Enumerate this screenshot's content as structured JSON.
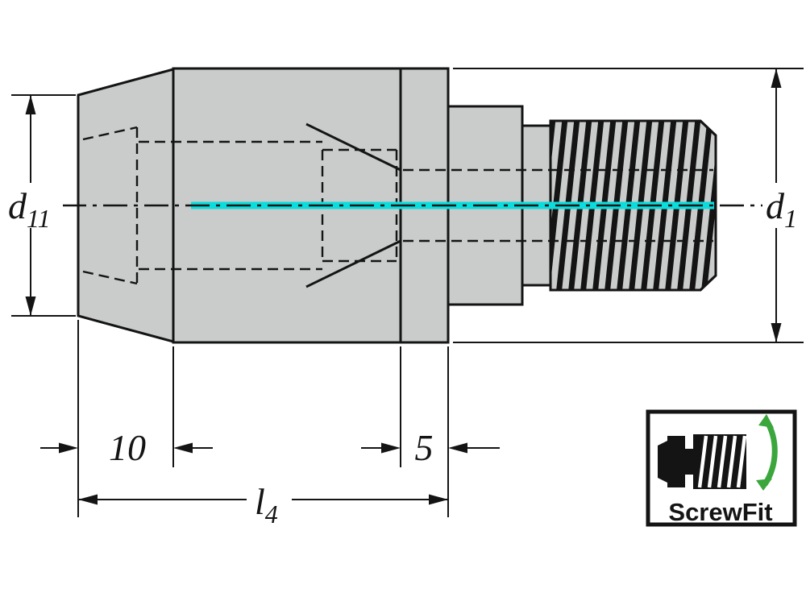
{
  "colors": {
    "body_fill": "#c9cccb",
    "outline": "#141414",
    "highlight_cyan": "#0cdcdc",
    "logo_green": "#3aa63c",
    "background": "#ffffff"
  },
  "dimensions": {
    "d11": {
      "base": "d",
      "sub": "11"
    },
    "d1": {
      "base": "d",
      "sub": "1"
    },
    "len10": "10",
    "len5": "5",
    "l4": {
      "base": "l",
      "sub": "4"
    }
  },
  "logo": {
    "text": "ScrewFit"
  }
}
